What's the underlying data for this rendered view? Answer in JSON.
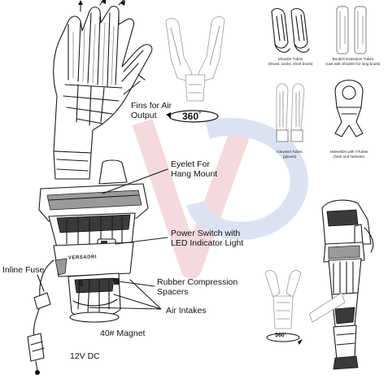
{
  "labels": {
    "fins": [
      "Fins for Air",
      "Output"
    ],
    "eyelet": [
      "Eyelet For",
      "Hang Mount"
    ],
    "power": [
      "Power Switch with",
      "LED Indicator Light"
    ],
    "rubber": [
      "Rubber Compression",
      "Spacers"
    ],
    "air": "Air Intakes",
    "fuse": "Inline Fuse",
    "magnet": "40# Magnet",
    "dc": "12V DC"
  },
  "rotation": {
    "top": "360",
    "bottom": "360",
    "symbol": "°"
  },
  "brand": "VERSADRI",
  "accessories": {
    "shoe": [
      "ShoeDri Tubes",
      "(shoes, socks, short boots)"
    ],
    "boot": [
      "BootDri Extension Tubes",
      "(use with ShoeDri for long boots)"
    ],
    "glove": [
      "GloveDri Tubes",
      "(gloves)"
    ],
    "helmet": [
      "HelmetDri with YTubes",
      "(hats and helmets)"
    ]
  },
  "colors": {
    "ink": "#1a1a1a",
    "faint": "#8a8a8a",
    "watermark_red": "#f3d7d9",
    "watermark_blue": "#d8e1f2"
  }
}
